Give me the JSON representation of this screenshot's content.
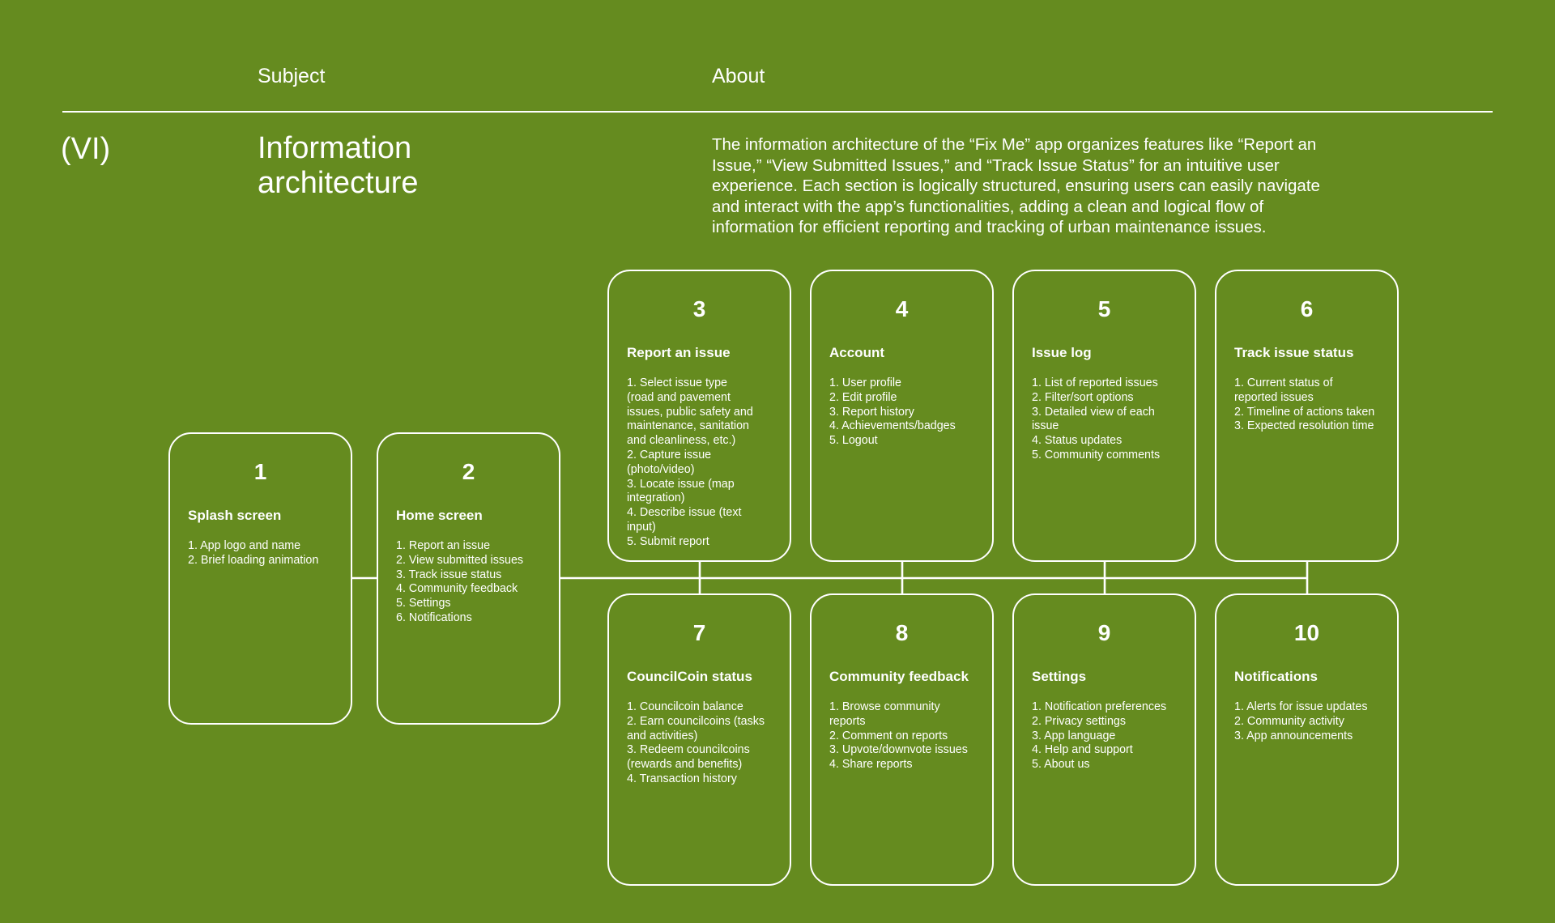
{
  "header": {
    "subject_label": "Subject",
    "about_label": "About"
  },
  "section": {
    "numeral": "(VI)",
    "title_line1": "Information",
    "title_line2": "architecture",
    "about": "The information architecture of the “Fix Me” app organizes features like “Report an Issue,” “View Submitted Issues,” and “Track Issue Status” for an intuitive user experience. Each section is logically structured, ensuring users can easily navigate and interact with the app’s functionalities, adding a clean and logical flow of information for efficient reporting and tracking of urban maintenance issues."
  },
  "cards": [
    {
      "number": "1",
      "title": "Splash screen",
      "items": [
        "1. App logo and name",
        "2. Brief loading animation"
      ]
    },
    {
      "number": "2",
      "title": "Home screen",
      "items": [
        "1. Report an issue",
        "2. View submitted issues",
        "3. Track issue status",
        "4. Community feedback",
        "5. Settings",
        "6. Notifications"
      ]
    },
    {
      "number": "3",
      "title": "Report an issue",
      "items": [
        "1. Select issue type",
        "(road and pavement",
        "issues, public safety and",
        "maintenance, sanitation",
        "and cleanliness, etc.)",
        "2. Capture issue",
        "(photo/video)",
        "3. Locate issue (map",
        "integration)",
        "4. Describe issue (text input)",
        "5. Submit report"
      ]
    },
    {
      "number": "4",
      "title": "Account",
      "items": [
        "1. User profile",
        "2. Edit profile",
        "3. Report history",
        "4. Achievements/badges",
        "5. Logout"
      ]
    },
    {
      "number": "5",
      "title": "Issue log",
      "items": [
        "1. List of reported issues",
        "2.  Filter/sort options",
        "3. Detailed view of each",
        "issue",
        "4. Status updates",
        "5. Community comments"
      ]
    },
    {
      "number": "6",
      "title": "Track issue status",
      "items": [
        "1. Current status of",
        "reported issues",
        "2. Timeline of actions taken",
        "3. Expected resolution time"
      ]
    },
    {
      "number": "7",
      "title": "CouncilCoin status",
      "items": [
        "1. Councilcoin balance",
        "2. Earn councilcoins (tasks",
        "and activities)",
        "3. Redeem councilcoins",
        "(rewards and benefits)",
        "4. Transaction history"
      ]
    },
    {
      "number": "8",
      "title": "Community feedback",
      "items": [
        "1. Browse community",
        "reports",
        "2. Comment on reports",
        "3. Upvote/downvote issues",
        "4. Share reports"
      ]
    },
    {
      "number": "9",
      "title": "Settings",
      "items": [
        "1. Notification preferences",
        "2. Privacy settings",
        "3. App language",
        "4. Help and support",
        "5. About us"
      ]
    },
    {
      "number": "10",
      "title": "Notifications",
      "items": [
        "1. Alerts for issue updates",
        "2. Community activity",
        "3. App announcements"
      ]
    }
  ]
}
